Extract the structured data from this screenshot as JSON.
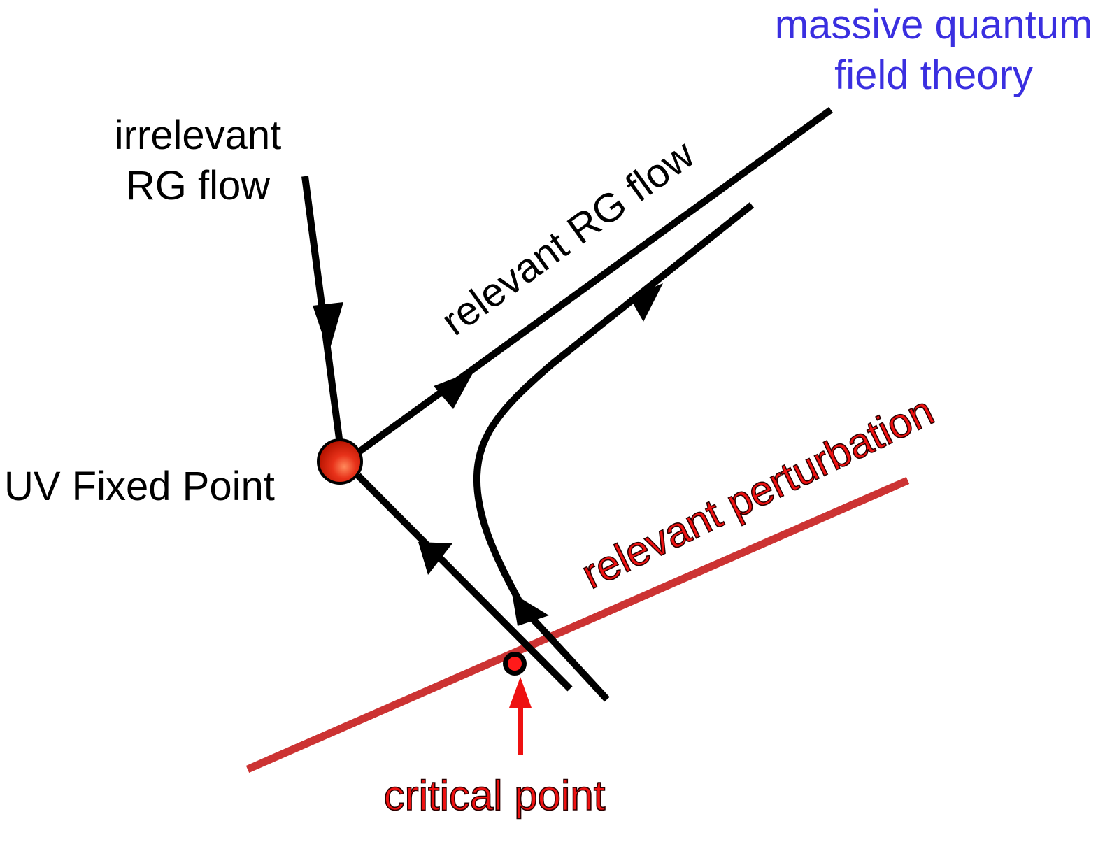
{
  "diagram": {
    "title": "RG flow near a UV fixed point",
    "labels": {
      "massive_qft_line1": "massive quantum",
      "massive_qft_line2": "field theory",
      "irrelevant_line1": "irrelevant",
      "irrelevant_line2": "RG flow",
      "relevant_rg_flow": "relevant RG flow",
      "uv_fixed_point": "UV Fixed Point",
      "relevant_perturbation": "relevant perturbation",
      "critical_point": "critical point"
    },
    "nodes": [
      {
        "id": "uv-fixed-point",
        "label_ref": "uv_fixed_point",
        "style": "red sphere"
      },
      {
        "id": "critical-point",
        "label_ref": "critical_point",
        "style": "red dot with black ring"
      }
    ],
    "flows": [
      {
        "id": "irrelevant-flow",
        "from": "far away",
        "to": "uv-fixed-point",
        "direction": "into fixed point"
      },
      {
        "id": "relevant-flow",
        "from": "uv-fixed-point",
        "to": "massive quantum field theory",
        "direction": "out of fixed point"
      },
      {
        "id": "critical-trajectory",
        "from": "critical-point",
        "to": "uv-fixed-point",
        "direction": "toward fixed point"
      },
      {
        "id": "curved-trajectory",
        "from": "near critical point",
        "to": "massive quantum field theory",
        "direction": "bends past fixed point"
      }
    ],
    "colors": {
      "flow_lines": "#000000",
      "perturbation_line": "#cc3333",
      "critical_arrow": "#ee1111",
      "blue_text": "#3a2fe0",
      "red_text": "#ee1111",
      "sphere_light": "#ff8a5c",
      "sphere_dark": "#cc1a00"
    }
  }
}
